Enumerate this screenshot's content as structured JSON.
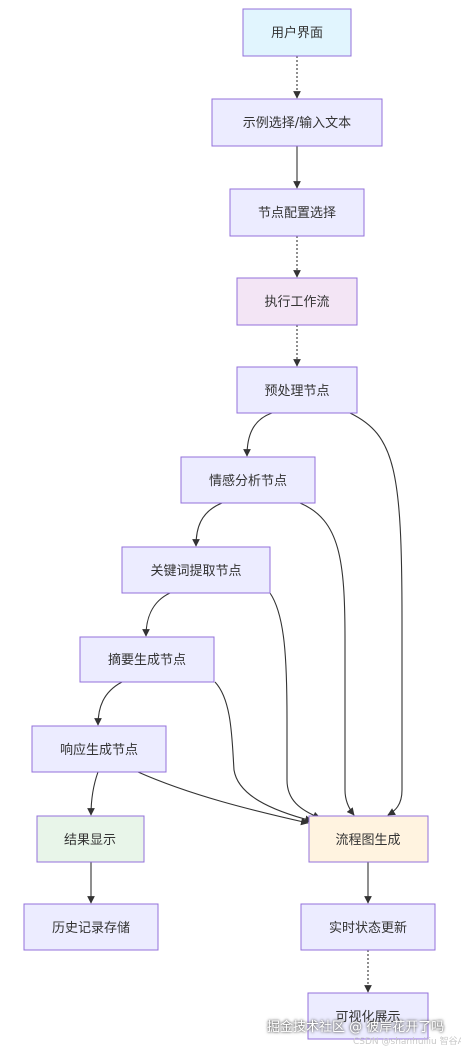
{
  "colors": {
    "default_fill": "#ECECFF",
    "default_stroke": "#9370DB",
    "ui_fill": "#E1F5FE",
    "workflow_fill": "#F3E5F5",
    "result_fill": "#E8F5E9",
    "flowchart_fill": "#FFF3E0",
    "edge": "#333333"
  },
  "nodes": {
    "ui": "用户界面",
    "input": "示例选择/输入文本",
    "config": "节点配置选择",
    "exec": "执行工作流",
    "pre": "预处理节点",
    "senti": "情感分析节点",
    "kw": "关键词提取节点",
    "sum": "摘要生成节点",
    "resp": "响应生成节点",
    "result": "结果显示",
    "flow": "流程图生成",
    "hist": "历史记录存储",
    "state": "实时状态更新",
    "vis": "可视化展示"
  },
  "watermark": {
    "main": "掘金技术社区 @ 彼岸花开了吗",
    "sub": "CSDN @shanhuiliu 智谷AI"
  }
}
